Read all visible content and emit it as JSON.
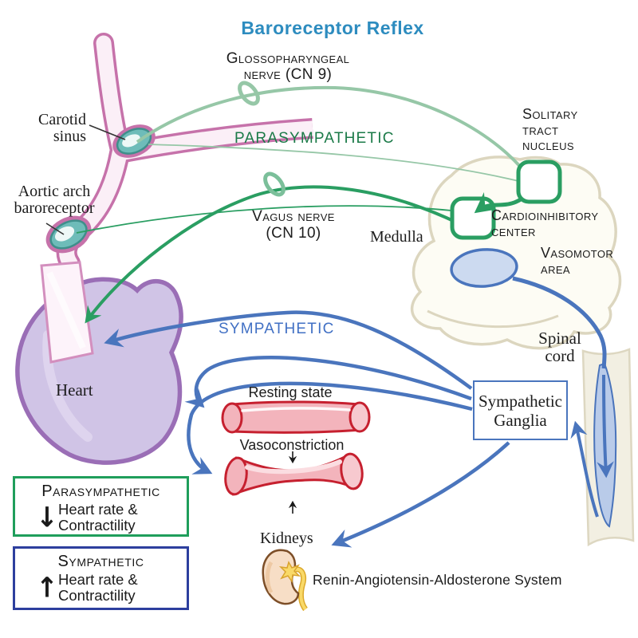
{
  "title": "Baroreceptor Reflex",
  "colors": {
    "title_blue": "#2d8cbf",
    "parasympathetic_green": "#1b7a48",
    "sympathetic_blue": "#4170c4",
    "nerve_light_green": "#96c7a7",
    "nerve_dark_green": "#2a9e62",
    "pathway_blue": "#4a75bd",
    "legend_green_border": "#1f9e5b",
    "legend_blue_border": "#2d3f9e",
    "heart_purple": "#d0c4e6",
    "artery_pink": "#c672aa",
    "vessel_red": "#c6202f",
    "baroreceptor_teal": "#6ebcb9"
  },
  "labels": {
    "glossopharyngeal_line1": "Glossopharyngeal",
    "glossopharyngeal_line2": "nerve (CN 9)",
    "parasympathetic": "PARASYMPATHETIC",
    "carotid_line1": "Carotid",
    "carotid_line2": "sinus",
    "aortic_line1": "Aortic arch",
    "aortic_line2": "baroreceptor",
    "vagus_line1": "Vagus nerve",
    "vagus_line2": "(CN 10)",
    "medulla": "Medulla",
    "solitary_line1": "Solitary",
    "solitary_line2": "tract",
    "solitary_line3": "nucleus",
    "cardioinhibitory_line1": "Cardioinhibitory",
    "cardioinhibitory_line2": "center",
    "vasomotor_line1": "Vasomotor",
    "vasomotor_line2": "area",
    "sympathetic": "SYMPATHETIC",
    "heart": "Heart",
    "resting_state": "Resting state",
    "vasoconstriction": "Vasoconstriction",
    "spinal_line1": "Spinal",
    "spinal_line2": "cord",
    "ganglia_line1": "Sympathetic",
    "ganglia_line2": "Ganglia",
    "kidneys": "Kidneys",
    "raas": "Renin-Angiotensin-Aldosterone System"
  },
  "legend": {
    "parasympathetic": {
      "title": "Parasympathetic",
      "arrow": "↓",
      "line1": "Heart rate &",
      "line2": "Contractility"
    },
    "sympathetic": {
      "title": "Sympathetic",
      "arrow": "↑",
      "line1": "Heart rate &",
      "line2": "Contractility"
    }
  }
}
